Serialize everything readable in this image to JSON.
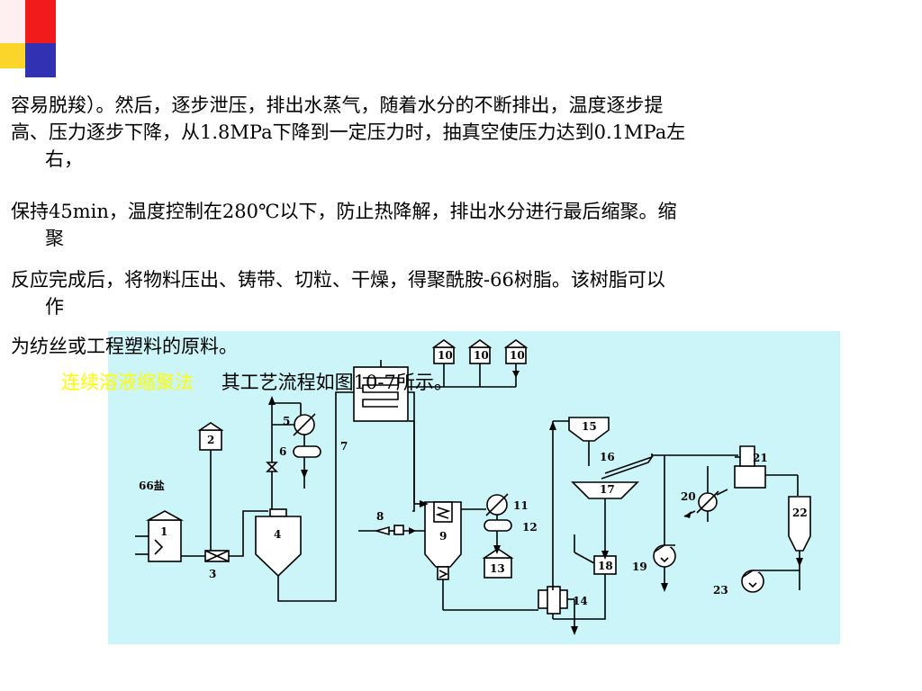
{
  "colors": {
    "decor_red": "#f21b1b",
    "decor_yellow": "#fbd52a",
    "decor_blue": "#3031b3",
    "diagram_bg": "#ccf5f9",
    "highlight": "#ffff00"
  },
  "text": {
    "p1_line1": "容易脱羧）。然后，逐步泄压，排出水蒸气，随着水分的不断排出，温度逐步提",
    "p1_line2": "高、压力逐步下降，从1.8MPa下降到一定压力时，抽真空使压力达到0.1MPa左",
    "p1_line3": "右，",
    "p2_line1": "保持45min，温度控制在280℃以下，防止热降解，排出水分进行最后缩聚。缩",
    "p2_line2": "聚",
    "p3_line1": "反应完成后，将物料压出、铸带、切粒、干燥，得聚酰胺-66树脂。该树脂可以",
    "p3_line2": "作",
    "p4_line1": "为纺丝或工程塑料的原料。",
    "caption_highlight": "连续溶液缩聚法",
    "caption_rest": "其工艺流程如图10-7所示。"
  },
  "diagram": {
    "labels": {
      "l1": "1",
      "l2": "2",
      "l3": "3",
      "l4": "4",
      "l5": "5",
      "l6": "6",
      "l7": "7",
      "l8": "8",
      "l9": "9",
      "l10a": "10",
      "l10b": "10",
      "l10c": "10",
      "l11": "11",
      "l12": "12",
      "l13": "13",
      "l14": "14",
      "l15": "15",
      "l16": "16",
      "l17": "17",
      "l18": "18",
      "l19": "19",
      "l20": "20",
      "l21": "21",
      "l22": "22",
      "l23": "23",
      "salt": "66盐"
    }
  }
}
